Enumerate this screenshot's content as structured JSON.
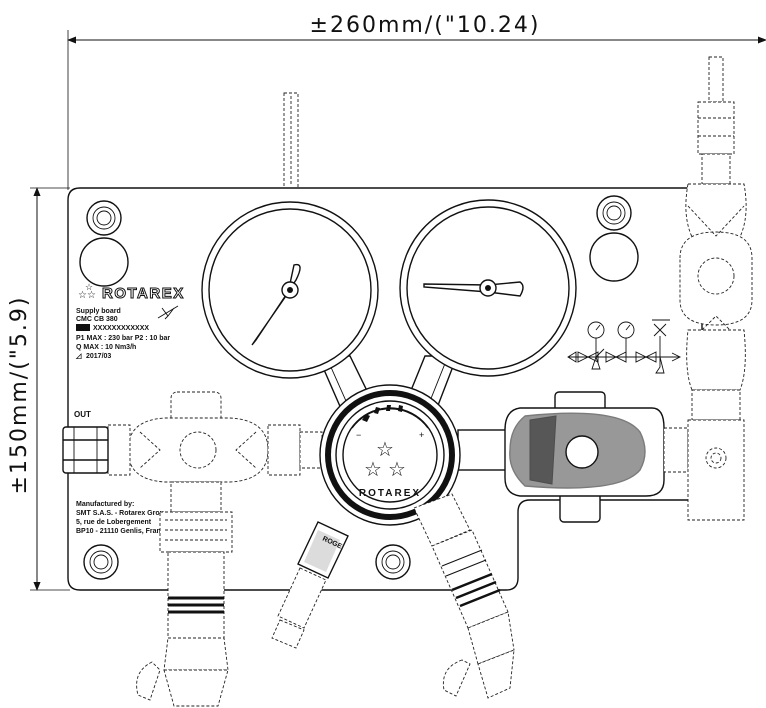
{
  "dimensions": {
    "width_label": "±260mm/(\"10.24)",
    "height_label": "±150mm/(\"5.9)"
  },
  "plate": {
    "brand": "ROTAREX",
    "lines": [
      "Supply board",
      "CMC CB 380",
      "XXXXXXXXXXXX",
      "P1 MAX : 230 bar   P2 : 10  bar",
      "Q MAX : 10 Nm3/h",
      "2017/03"
    ],
    "out_label": "OUT",
    "manufacturer_lines": [
      "Manufactured by:",
      "SMT S.A.S. - Rotarex Grou",
      "5, rue de Lobergement",
      "BP10 - 21110 Genlis, Franc"
    ]
  },
  "regulator": {
    "brand": "ROTAREX"
  },
  "gauges": {
    "left_needle_angle_deg": 215,
    "right_needle_angle_deg": 265
  },
  "colors": {
    "line": "#111111",
    "background": "#ffffff"
  }
}
